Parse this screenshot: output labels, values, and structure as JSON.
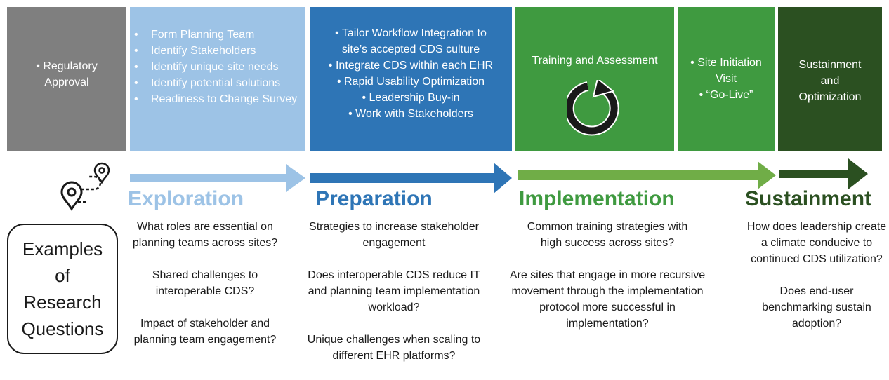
{
  "boxes": {
    "regulatory": {
      "items": [
        "Regulatory Approval"
      ]
    },
    "exploration": {
      "items": [
        "Form Planning Team",
        "Identify Stakeholders",
        "Identify unique site needs",
        "Identify potential solutions",
        "Readiness to Change Survey"
      ]
    },
    "preparation": {
      "items": [
        "Tailor Workflow Integration to site’s accepted CDS culture",
        "Integrate CDS within each EHR",
        "Rapid Usability Optimization",
        "Leadership Buy-in",
        "Work with Stakeholders"
      ]
    },
    "training": {
      "title": "Training and Assessment",
      "icon": "cycle-arrow-icon"
    },
    "site_initiation": {
      "items": [
        "Site Initiation Visit",
        "“Go-Live”"
      ]
    },
    "sustainment": {
      "title": "Sustainment and Optimization"
    }
  },
  "phases": {
    "exploration": "Exploration",
    "preparation": "Preparation",
    "implementation": "Implementation",
    "sustainment": "Sustainment"
  },
  "questions": {
    "exploration": [
      "What roles are essential on planning teams across sites?",
      "Shared challenges to interoperable CDS?",
      "Impact of stakeholder and planning team engagement?"
    ],
    "preparation": [
      "Strategies to increase stakeholder engagement",
      "Does interoperable CDS reduce IT and planning team implementation workload?",
      "Unique challenges when scaling to different EHR platforms?"
    ],
    "implementation": [
      "Common training strategies with high success across sites?",
      "Are sites that engage in more recursive movement through the implementation protocol more successful in implementation?"
    ],
    "sustainment": [
      "How does leadership create a climate conducive to continued CDS utilization?",
      "Does end-user benchmarking sustain adoption?"
    ]
  },
  "examples_label": "Examples of Research Questions",
  "icons": {
    "roadmap": "map-route-icon"
  },
  "colors": {
    "gray": "#7f7f7f",
    "light_blue": "#9dc3e6",
    "blue": "#2e75b6",
    "green": "#3f9a40",
    "light_green": "#70ad47",
    "dark_green": "#2b5021"
  }
}
